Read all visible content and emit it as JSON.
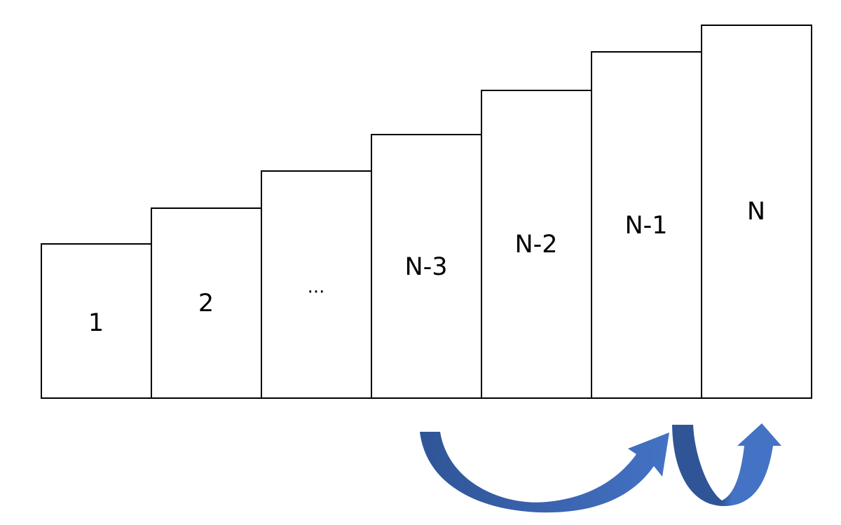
{
  "steps": [
    {
      "label": "1"
    },
    {
      "label": "2"
    },
    {
      "label": "..."
    },
    {
      "label": "N-3"
    },
    {
      "label": "N-2"
    },
    {
      "label": "N-1"
    },
    {
      "label": "N"
    }
  ],
  "colors": {
    "bar_fill": "#ffffff",
    "bar_stroke": "#000000",
    "arrow_light": "#4472C4",
    "arrow_dark": "#2F5597"
  },
  "icons": {
    "arrows": [
      "curved-arrow-icon",
      "curved-arrow-icon"
    ]
  }
}
